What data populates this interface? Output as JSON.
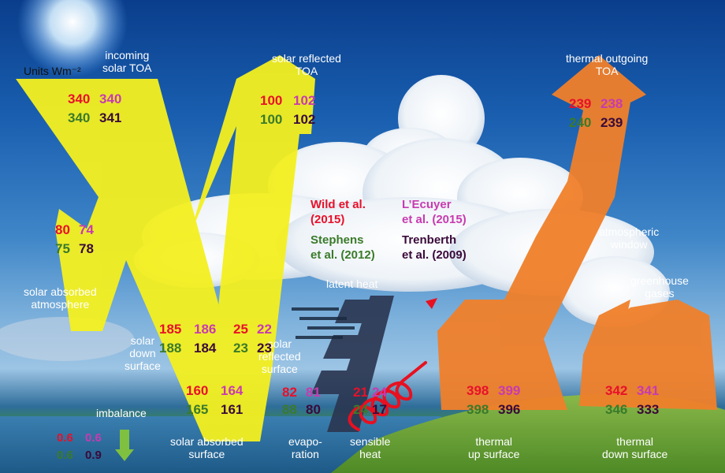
{
  "units_label": "Units Wm⁻²",
  "labels": {
    "incoming_solar_toa": "incoming\nsolar TOA",
    "solar_reflected_toa": "solar reflected\nTOA",
    "thermal_outgoing_toa": "thermal outgoing\nTOA",
    "atmospheric_window": "atmospheric\nwindow",
    "greenhouse_gases": "greenhouse\ngases",
    "solar_absorbed_atmosphere": "solar absorbed\natmosphere",
    "solar_down_surface": "solar\ndown\nsurface",
    "solar_reflected_surface": "solar\nreflected\nsurface",
    "latent_heat": "latent heat",
    "imbalance": "imbalance",
    "solar_absorbed_surface": "solar absorbed\nsurface",
    "evaporation": "evapo-\nration",
    "sensible_heat": "sensible\nheat",
    "thermal_up_surface": "thermal\nup surface",
    "thermal_down_surface": "thermal\ndown surface"
  },
  "sources": {
    "wild": "Wild et al.\n(2015)",
    "lecuyer": "L’Ecuyer\net al. (2015)",
    "stephens": "Stephens\net al. (2012)",
    "trenberth": "Trenberth\net al. (2009)"
  },
  "values": {
    "incoming_solar_toa": {
      "wild": "340",
      "lecuyer": "340",
      "stephens": "340",
      "trenberth": "341"
    },
    "solar_reflected_toa": {
      "wild": "100",
      "lecuyer": "102",
      "stephens": "100",
      "trenberth": "102"
    },
    "thermal_outgoing_toa": {
      "wild": "239",
      "lecuyer": "238",
      "stephens": "240",
      "trenberth": "239"
    },
    "solar_absorbed_atmosphere": {
      "wild": "80",
      "lecuyer": "74",
      "stephens": "75",
      "trenberth": "78"
    },
    "solar_down_surface": {
      "wild": "185",
      "lecuyer": "186",
      "stephens": "188",
      "trenberth": "184"
    },
    "solar_reflected_surface": {
      "wild": "25",
      "lecuyer": "22",
      "stephens": "23",
      "trenberth": "23"
    },
    "solar_absorbed_surface": {
      "wild": "160",
      "lecuyer": "164",
      "stephens": "165",
      "trenberth": "161"
    },
    "latent_heat": {
      "wild": "82",
      "lecuyer": "81",
      "stephens": "88",
      "trenberth": "80"
    },
    "sensible_heat": {
      "wild": "21",
      "lecuyer": "24",
      "stephens": "24",
      "trenberth": "17"
    },
    "imbalance": {
      "wild": "0.6",
      "lecuyer": "0.6",
      "stephens": "0.6",
      "trenberth": "0.9"
    },
    "thermal_up_surface": {
      "wild": "398",
      "lecuyer": "399",
      "stephens": "398",
      "trenberth": "396"
    },
    "thermal_down_surface": {
      "wild": "342",
      "lecuyer": "341",
      "stephens": "346",
      "trenberth": "333"
    }
  },
  "colors": {
    "wild": "#e8102a",
    "lecuyer": "#c83ab0",
    "stephens": "#3a7a2a",
    "trenberth": "#3a0a3a",
    "solar_arrow": "#f4f020",
    "thermal_arrow": "#f0802a",
    "latent_arrow": "#2a3550",
    "sensible_coil": "#e81020"
  }
}
